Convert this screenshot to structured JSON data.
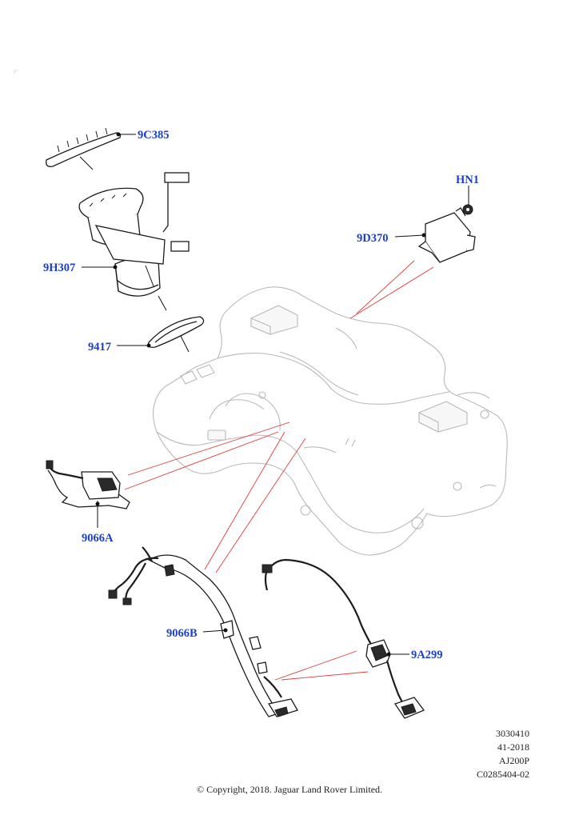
{
  "parts": [
    {
      "id": "9C385"
    },
    {
      "id": "HN1"
    },
    {
      "id": "9D370"
    },
    {
      "id": "9H307"
    },
    {
      "id": "9417"
    },
    {
      "id": "9066A"
    },
    {
      "id": "9066B"
    },
    {
      "id": "9A299"
    }
  ],
  "reference": {
    "line1": "3030410",
    "line2": "41-2018",
    "line3": "AJ200P",
    "line4": "C0285404-02"
  },
  "copyright": "© Copyright, 2018. Jaguar Land Rover Limited.",
  "colors": {
    "label": "#1a3fcf",
    "callout": "#e23a3a",
    "ghost": "#b9b9b9",
    "ink": "#1c1c1c"
  }
}
